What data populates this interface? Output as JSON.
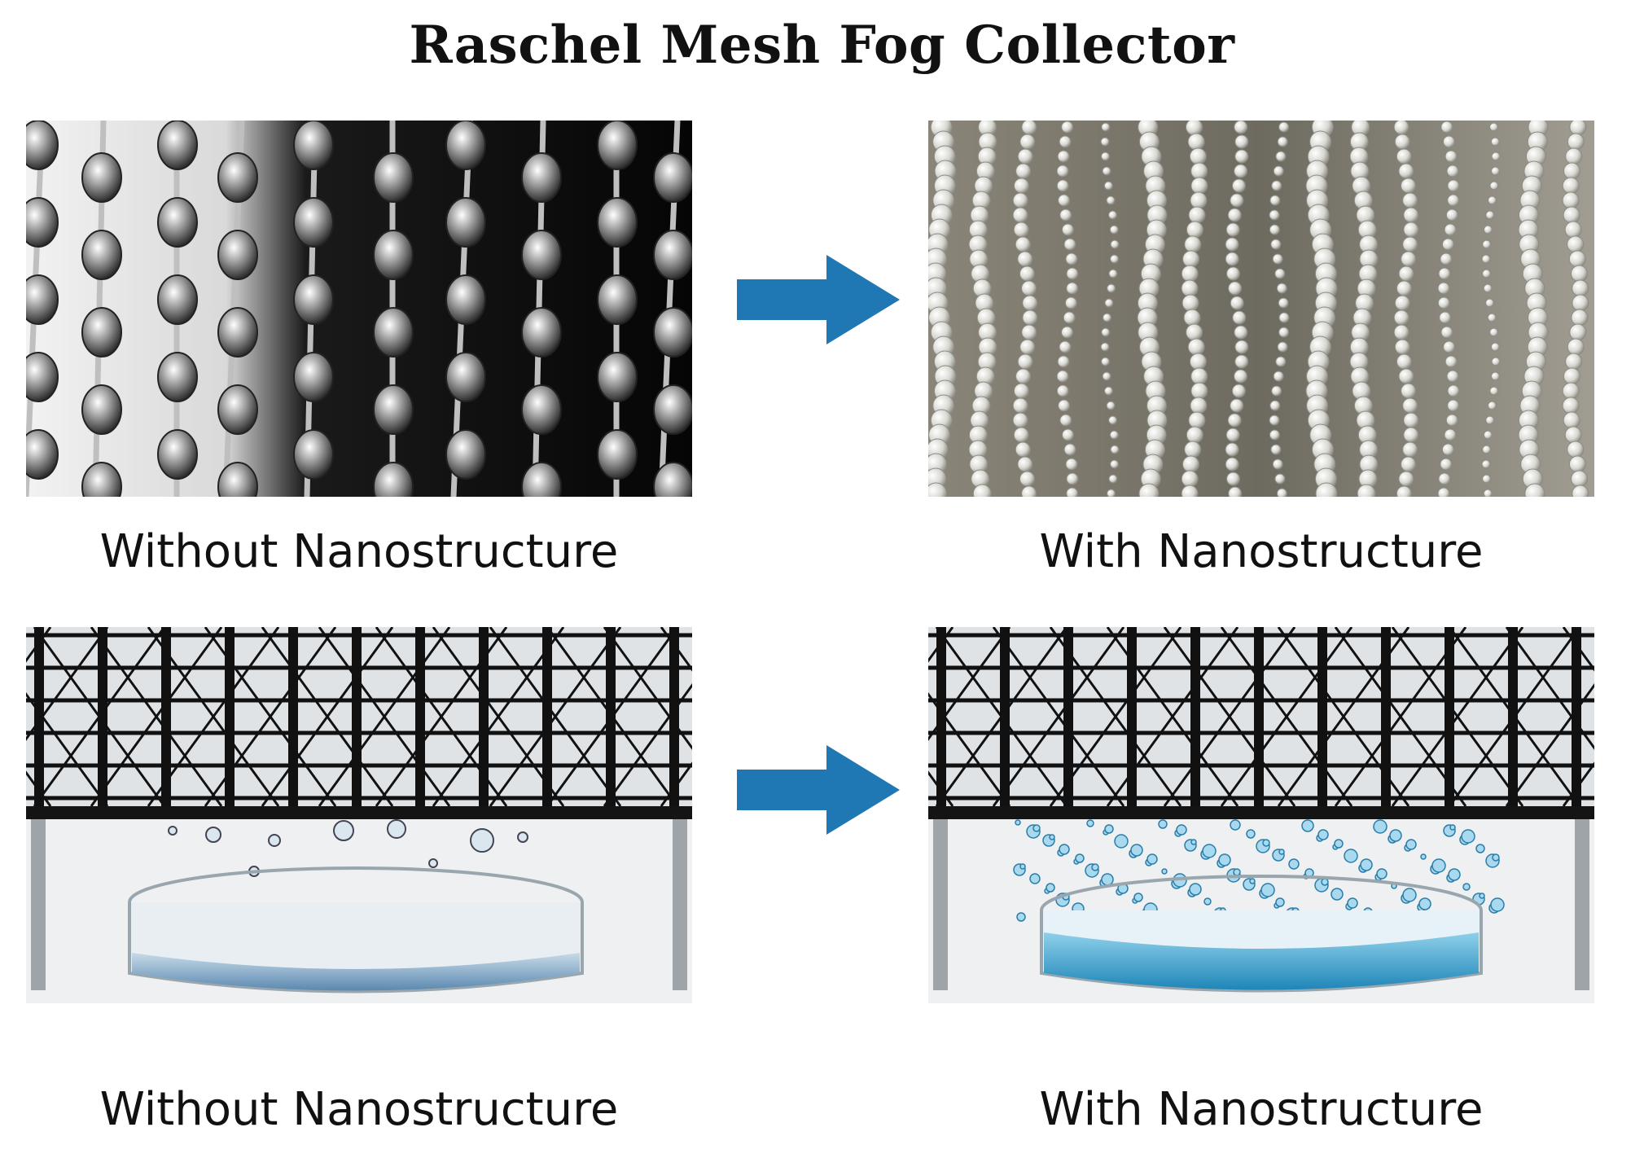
{
  "title": "Raschel Mesh Fog Collector",
  "panels": [
    {
      "caption": "Without Nanostructure"
    },
    {
      "caption": "With Nanostructure"
    },
    {
      "caption": "Without Nanostructure"
    },
    {
      "caption": "With Nanostructure"
    }
  ],
  "arrows": [
    {
      "icon": "right-arrow-icon",
      "color": "#1f77b4"
    },
    {
      "icon": "right-arrow-icon",
      "color": "#1f77b4"
    }
  ]
}
